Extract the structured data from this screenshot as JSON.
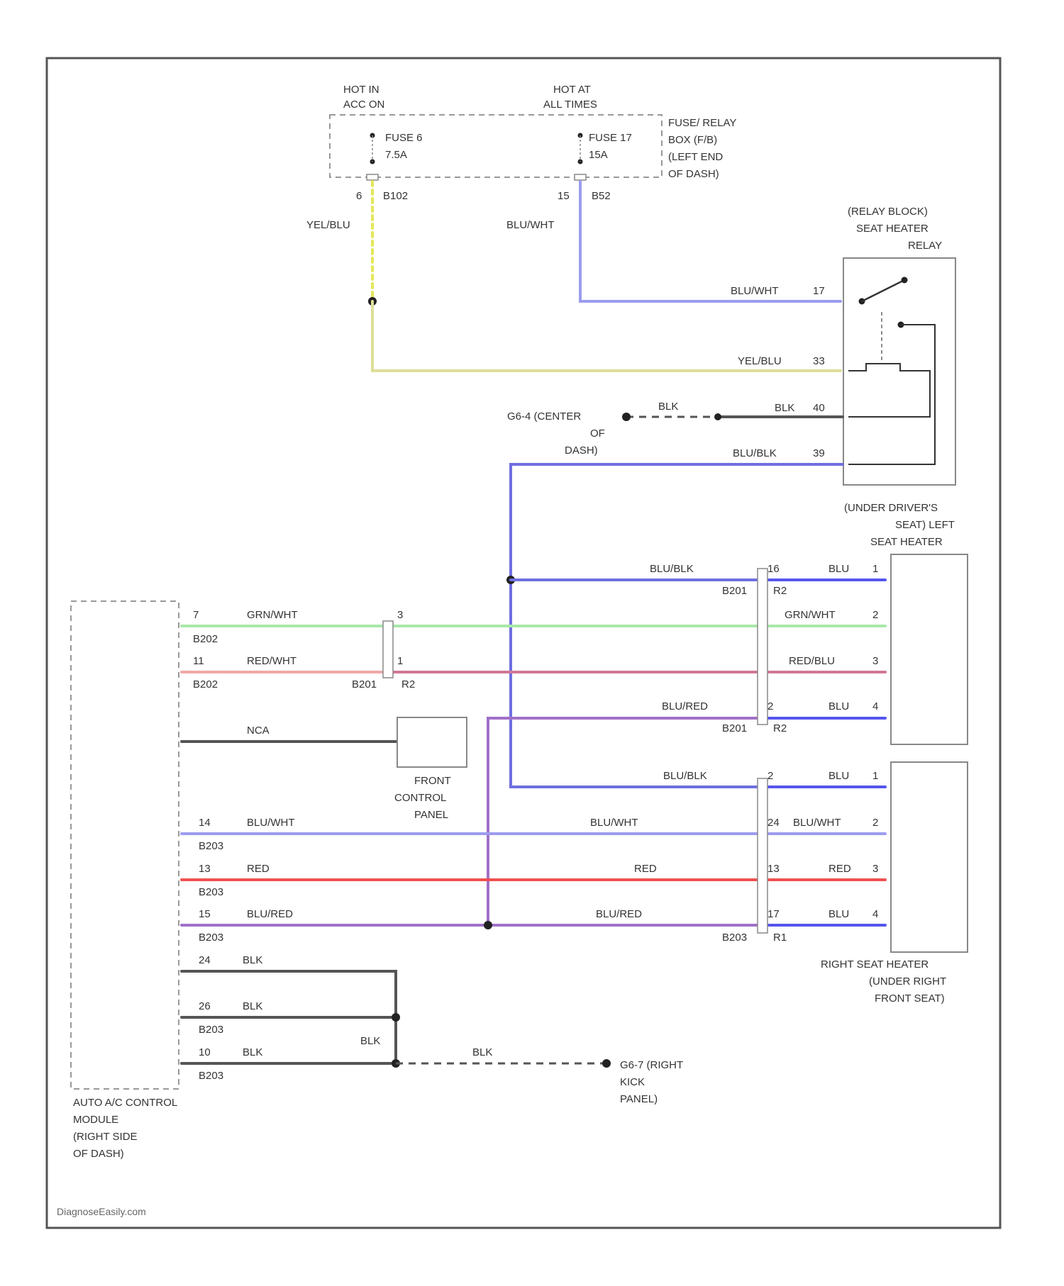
{
  "colors": {
    "yel_blu": "#dede9a",
    "blu_wht": "#9c9cf0",
    "blu_blk": "#6e6ee0",
    "blk": "#555555",
    "grn_wht": "#a8e8a8",
    "red_wht": "#f0a8a8",
    "red_blu": "#d07898",
    "blu_red": "#a070c8",
    "red": "#f05050",
    "blu": "#5555ee"
  },
  "labels": {
    "hot_in_acc_on": [
      "HOT IN",
      "ACC ON"
    ],
    "hot_at_all_times": [
      "HOT AT",
      "ALL TIMES"
    ],
    "fuse_relay_box": [
      "FUSE/ RELAY",
      "BOX (F/B)",
      "(LEFT END",
      "OF DASH)"
    ],
    "fuse6": [
      "FUSE 6",
      "7.5A"
    ],
    "fuse17": [
      "FUSE 17",
      "15A"
    ],
    "pin_6": "6",
    "b102": "B102",
    "pin_15": "15",
    "b52": "B52",
    "yel_blu": "YEL/BLU",
    "blu_wht": "BLU/WHT",
    "relay_title": [
      "(RELAY BLOCK)",
      "SEAT HEATER",
      "RELAY"
    ],
    "relay_pin_blu_wht": "BLU/WHT",
    "relay_pin_17": "17",
    "relay_pin_yel_blu": "YEL/BLU",
    "relay_pin_33": "33",
    "relay_pin_blk": "BLK",
    "relay_pin_40": "40",
    "relay_pin_blu_blk": "BLU/BLK",
    "relay_pin_39": "39",
    "g4": [
      "G6-4 (CENTER",
      "OF",
      "DASH)"
    ],
    "blk": "BLK",
    "left_heater_title": [
      "(UNDER DRIVER'S",
      "SEAT) LEFT",
      "SEAT HEATER"
    ],
    "right_heater_title": [
      "RIGHT SEAT HEATER",
      "(UNDER RIGHT",
      "FRONT SEAT)"
    ],
    "module_title": [
      "AUTO A/C CONTROL",
      "MODULE",
      "(RIGHT SIDE",
      "OF DASH)"
    ],
    "front_panel": [
      "FRONT",
      "CONTROL",
      "PANEL"
    ],
    "g2": [
      "G6-7 (RIGHT",
      "KICK",
      "PANEL)"
    ],
    "watermark": "DiagnoseEasily.com",
    "nca": "NCA",
    "grn_wht": "GRN/WHT",
    "red_wht": "RED/WHT",
    "red_blu": "RED/BLU",
    "blu_blk": "BLU/BLK",
    "blu_red": "BLU/RED",
    "blu": "BLU",
    "red": "RED",
    "b201": "B201",
    "b202": "B202",
    "b203": "B203",
    "r2": "R2",
    "r1": "R1",
    "pin_1": "1",
    "pin_2": "2",
    "pin_3": "3",
    "pin_4": "4",
    "pin_7": "7",
    "pin_11": "11",
    "pin_14": "14",
    "pin_13": "13",
    "pin_15b": "15",
    "pin_24": "24",
    "pin_26": "26",
    "pin_16": "16",
    "pin_17": "17",
    "pin_10": "10"
  }
}
